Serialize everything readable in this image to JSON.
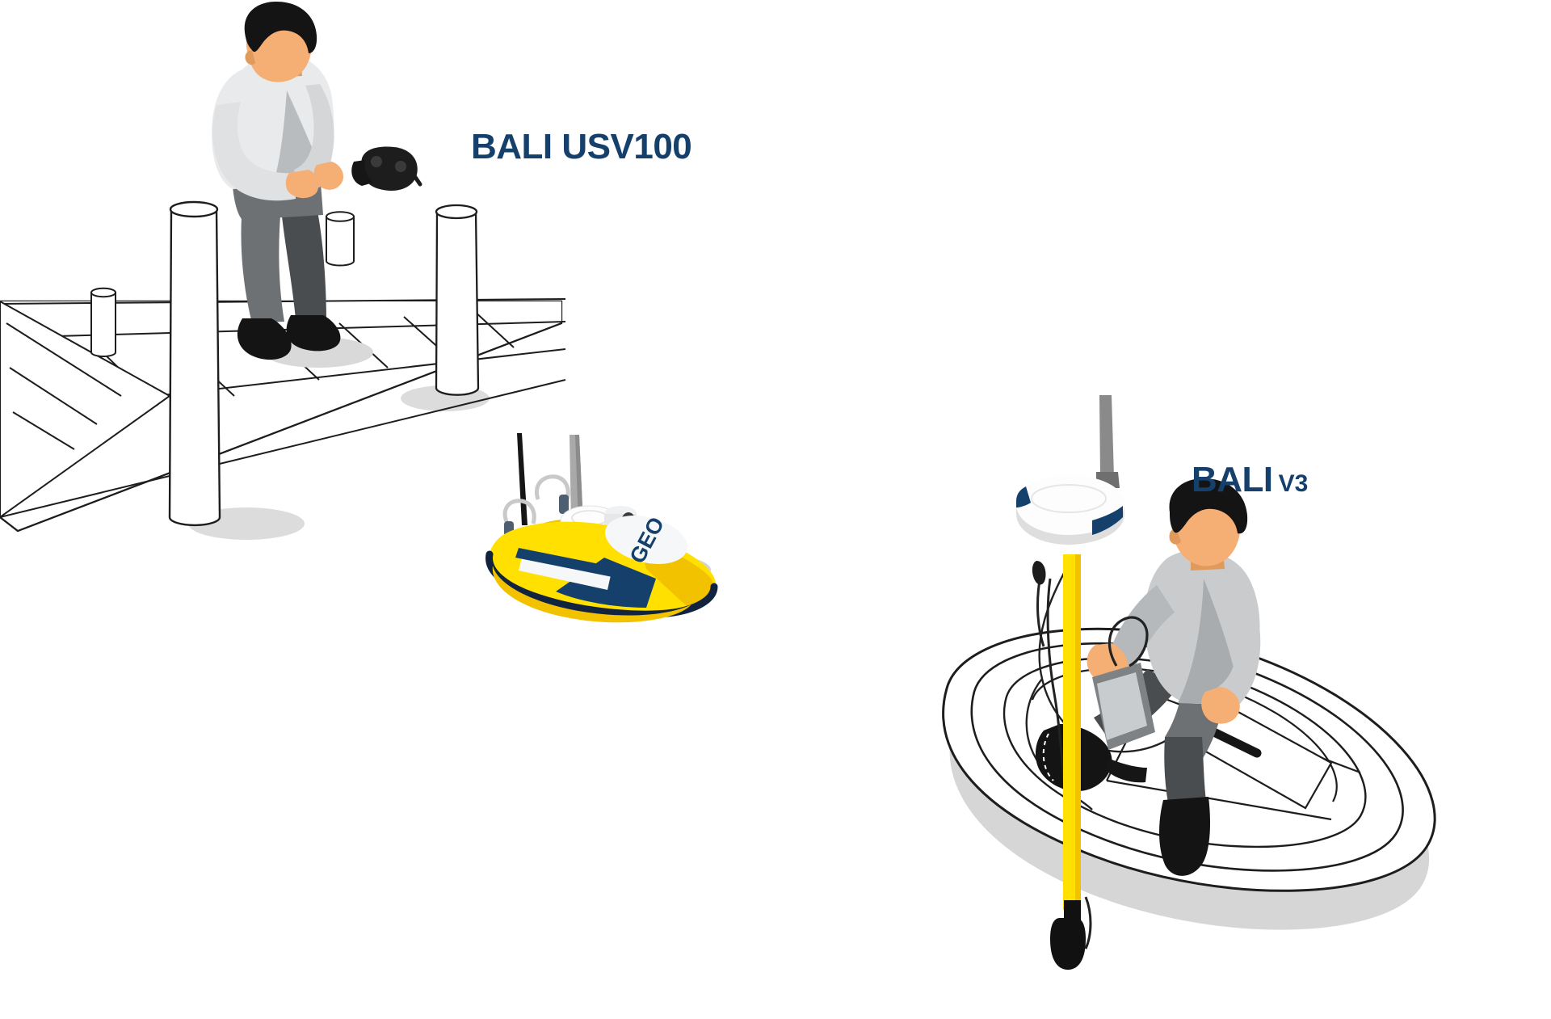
{
  "scene": {
    "title": "Hydrographic survey illustration",
    "background_color": "#ffffff",
    "accent_navy": "#15406b",
    "accent_yellow": "#ffe000",
    "shadow_gray": "#d0d0d0"
  },
  "labels": {
    "usv": {
      "text": "BALI USV100",
      "color": "#15406b"
    },
    "v3": {
      "brand": "BALI",
      "suffix": "V3",
      "color": "#15406b"
    }
  },
  "left_scene": {
    "name": "dock-scene",
    "operator": {
      "name": "dock-operator",
      "hair_color": "#141414",
      "skin_color": "#f5ae74",
      "sweater_color": "#e8e8e8",
      "sweater_shade": "#b9bcbe",
      "trousers_color": "#6e7174",
      "trousers_shade": "#4a4d50",
      "shoes_color": "#141414",
      "holds": "remote-controller"
    },
    "controller": {
      "name": "rc-controller",
      "body_color": "#1d1d1d",
      "antenna_color": "#1d1d1d"
    },
    "dock": {
      "name": "pier-dock",
      "surface_color": "#ffffff",
      "outline_color": "#1d1d1d",
      "piling_count": 4
    },
    "usv": {
      "name": "bali-usv100-vessel",
      "hull_yellow": "#ffe000",
      "hull_yellow_dark": "#f2c200",
      "hull_navy": "#15406b",
      "hull_navy_dark": "#12233f",
      "stripe_white": "#f5f7f8",
      "gnss_dome_color": "#fcfdfd",
      "mast_color": "#a9a9a9",
      "antenna_color": "#161616",
      "logo_text": "GEO",
      "logo_color": "#15406b"
    }
  },
  "right_scene": {
    "name": "dinghy-scene",
    "surveyor": {
      "name": "boat-surveyor",
      "hair_color": "#141414",
      "skin_color": "#f5ae74",
      "sweater_color": "#c9cbcd",
      "sweater_shade": "#a9acae",
      "trousers_color": "#6e7174",
      "trousers_shade": "#4a4d50",
      "boots_color": "#141414",
      "holds": "survey-pole"
    },
    "survey_pole": {
      "name": "survey-pole",
      "pole_color": "#ffe000",
      "tip_color": "#111111",
      "cable_color": "#222222"
    },
    "gnss_receiver": {
      "name": "gnss-receiver",
      "dome_color": "#fdfdfd",
      "dome_shade": "#dedede",
      "accent_color": "#15406b",
      "stub_antenna_color": "#8a8a8a"
    },
    "data_logger": {
      "name": "data-logger",
      "case_color": "#9a9da0",
      "screen_color": "#c9cccf"
    },
    "dinghy": {
      "name": "inflatable-dinghy",
      "outline_color": "#1d1d1d",
      "fill_color": "#ffffff",
      "shadow_color": "#d4d4d4"
    }
  }
}
